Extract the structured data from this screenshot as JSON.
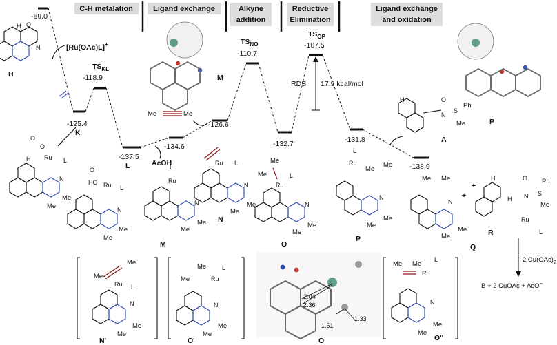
{
  "headers": {
    "ch_metalation": "C-H metalation",
    "ligand_exchange": "Ligand exchange",
    "alkyne_addition_1": "Alkyne",
    "alkyne_addition_2": "addition",
    "reductive_elim_1": "Reductive",
    "reductive_elim_2": "Elimination",
    "lig_ox_1": "Ligand exchange",
    "lig_ox_2": "and oxidation"
  },
  "energies": {
    "start": "-69.0",
    "ts_kl": "-118.9",
    "k": "-125.4",
    "l": "-137.5",
    "m": "-134.6",
    "ts_no": "-110.7",
    "n": "-126.6",
    "o": "-132.7",
    "ts_op": "-107.5",
    "p": "-131.8",
    "final": "-138.9"
  },
  "labels": {
    "h": "H",
    "ru_reagent": "[Ru(OAc)L]",
    "ru_charge": "+",
    "ts_kl_main": "TS",
    "ts_kl_sub": "KL",
    "k": "K",
    "l": "L",
    "m_3d": "M",
    "acoh": "AcOH",
    "ts_no_main": "TS",
    "ts_no_sub": "NO",
    "ts_op_main": "TS",
    "ts_op_sub": "OP",
    "rds": "RDS",
    "barrier": "17.9 kcal/mol",
    "p_3d": "P",
    "a": "A",
    "m": "M",
    "n": "N",
    "o": "O",
    "p": "P",
    "q": "Q",
    "r": "R",
    "n_prime": "N'",
    "o_prime": "O'",
    "o_3d": "O",
    "o_dprime": "O''",
    "plus": "+",
    "cu_reagent": "2 Cu(OAc)",
    "cu_sub": "2",
    "products": "B + 2 CuOAc + AcO",
    "products_charge": "−",
    "me": "Me",
    "ph": "Ph",
    "ru": "Ru",
    "L_lig": "L",
    "dist1": "2.04",
    "dist2": "2.36",
    "dist3": "1.51",
    "dist4": "1.33"
  },
  "colors": {
    "header_bg": "#dcdcdc",
    "blue": "#3a55b4",
    "red": "#8b1a1a",
    "ru_green": "#5f9e86"
  }
}
